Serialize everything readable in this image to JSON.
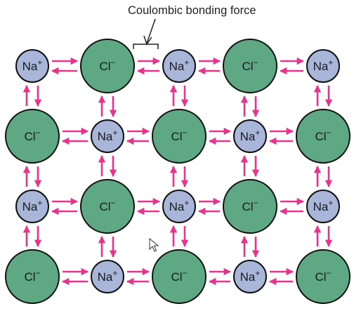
{
  "caption": "Coulombic bonding force",
  "ions": {
    "cation": {
      "symbol": "Na",
      "charge": "+",
      "color": "#a9b6d9"
    },
    "anion": {
      "symbol": "Cl",
      "charge": "−",
      "color": "#5fa884"
    }
  },
  "lattice": {
    "rows": 4,
    "cols": 5,
    "first_ion": "cation"
  },
  "arrow_color": "#e8338a",
  "outline_color": "#111111",
  "cursor_icon": "mouse-pointer-icon"
}
